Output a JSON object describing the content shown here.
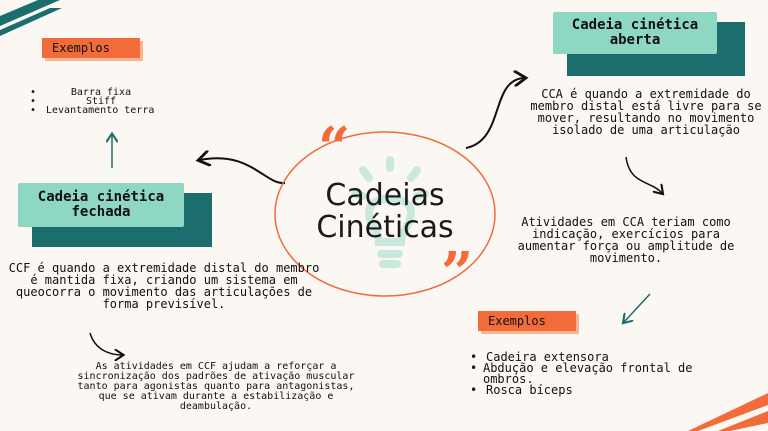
{
  "center": {
    "line1": "Cadeias",
    "line2": "Cinéticas",
    "quote_open": "“",
    "quote_close": "”"
  },
  "left": {
    "examples_label": "Exemplos",
    "examples": [
      "Barra fixa",
      "Stiff",
      "Levantamento terra"
    ],
    "closed_chain_title_line1": "Cadeia cinética",
    "closed_chain_title_line2": "fechada",
    "ccf_definition": "CCF é quando a extremidade distal do membro é mantida fixa, criando um sistema em queocorra o movimento das articulações de forma previsível.",
    "ccf_benefits": "As atividades em CCF ajudam a reforçar a sincronização dos padrões de ativação muscular tanto para agonistas quanto para antagonistas, que se ativam durante a estabilização e deambulação."
  },
  "right": {
    "open_chain_title_line1": "Cadeia cinética",
    "open_chain_title_line2": "aberta",
    "cca_definition": "CCA é quando a extremidade do membro distal está livre para se mover, resultando no movimento isolado de uma articulação",
    "cca_activities": "Atividades em CCA teriam como indicação, exercícios para aumentar força ou amplitude de movimento.",
    "examples_label": "Exemplos",
    "examples": [
      "Cadeira extensora",
      "Abdução e elevação frontal de ombros.",
      "Rosca bíceps"
    ]
  },
  "colors": {
    "teal_light": "#8ed8c3",
    "teal_dark": "#1c6e6e",
    "orange": "#f26b3a",
    "background": "#fbf8f3"
  }
}
